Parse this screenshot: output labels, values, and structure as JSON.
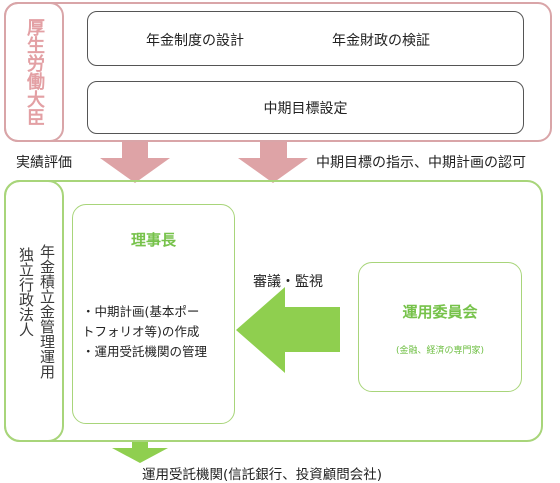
{
  "mhlw": {
    "label": "厚生労働大臣",
    "box1": {
      "item1": "年金制度の設計",
      "item2": "年金財政の検証"
    },
    "box2": {
      "label": "中期目標設定"
    }
  },
  "arrows": {
    "left_label": "実績評価",
    "right_label": "中期目標の指示、中期計画の認可",
    "middle_label": "審議・監視"
  },
  "fund": {
    "label_col1": "年金積立金管理運用",
    "label_col2": "独立行政法人",
    "chair": {
      "title": "理事長",
      "items": [
        "・中期計画(基本ポー",
        "トフォリオ等)の作成",
        "・運用受託機関の管理"
      ]
    },
    "committee": {
      "title": "運用委員会",
      "subtitle": "(金融、経済の専門家)"
    }
  },
  "bottom": {
    "label": "運用受託機関(信託銀行、投資顧問会社)"
  },
  "colors": {
    "pink_border": "#d9a5a8",
    "pink_arrow": "#dea3a6",
    "green_border": "#a8d57a",
    "green_arrow": "#8fcf4f",
    "green_text": "#76c24a"
  }
}
